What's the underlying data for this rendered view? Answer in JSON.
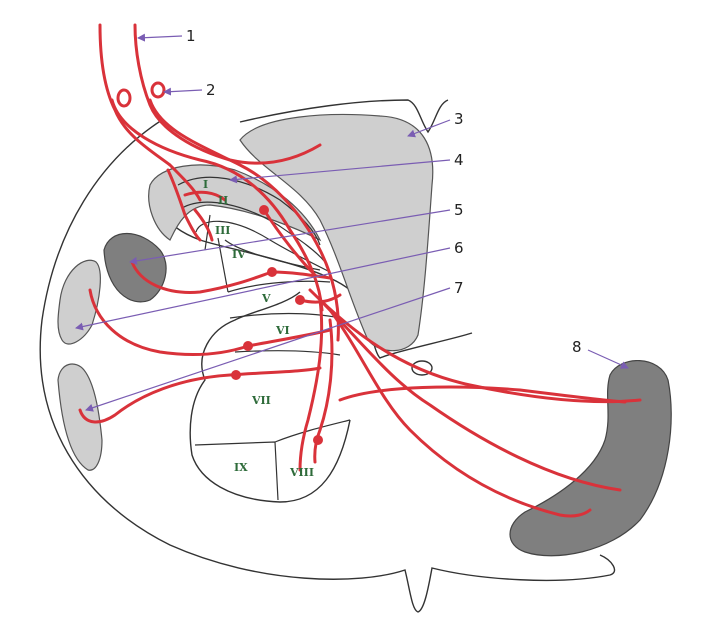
{
  "colors": {
    "fiber": "#d9323a",
    "pointer": "#7a5db3",
    "outline": "#333333",
    "nucleus_light": "#cfcfcf",
    "nucleus_dark": "#7f7f7f",
    "lamina_label": "#2e6b3a"
  },
  "number_labels": [
    "1",
    "2",
    "3",
    "4",
    "5",
    "6",
    "7",
    "8"
  ],
  "lamina_labels": [
    "I",
    "II",
    "III",
    "IV",
    "V",
    "VI",
    "VII",
    "VIII",
    "IX"
  ]
}
